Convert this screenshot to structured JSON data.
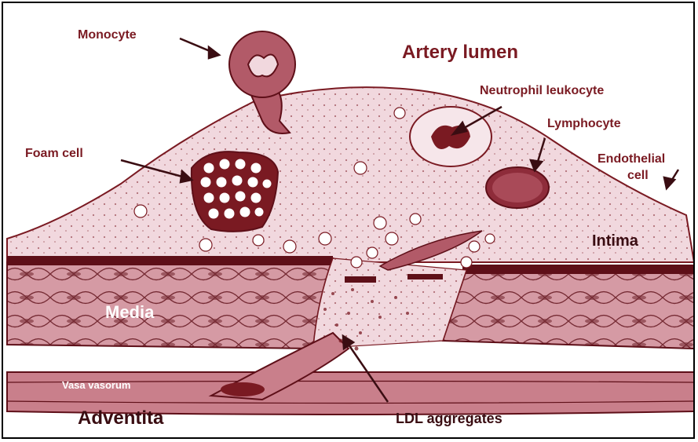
{
  "labels": {
    "monocyte": "Monocyte",
    "artery_lumen": "Artery lumen",
    "neutrophil": "Neutrophil leukocyte",
    "lymphocyte": "Lymphocyte",
    "foam_cell": "Foam cell",
    "endothelial": "Endothelial",
    "endothelial_2": "cell",
    "intima": "Intima",
    "media": "Media",
    "vasa_vasorum": "Vasa vasorum",
    "adventita": "Adventita",
    "ldl": "LDL aggregates"
  },
  "colors": {
    "tissue": "#f3dde2",
    "tissue_dark": "#e6bfc8",
    "stroke": "#7a1a22",
    "muscle": "#c77b86",
    "muscle_dark": "#5e0f18",
    "label": "#7a1a22"
  }
}
